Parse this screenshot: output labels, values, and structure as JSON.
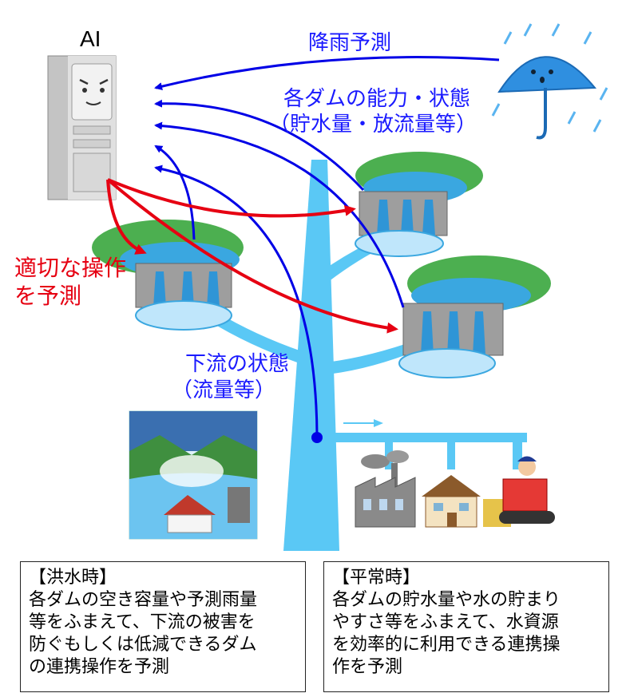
{
  "ai_label": "AI",
  "labels": {
    "rain_forecast": "降雨予測",
    "dam_status_line1": "各ダムの能力・状態",
    "dam_status_line2": "（貯水量・放流量等）",
    "operation_line1": "適切な操作",
    "operation_line2": "を予測",
    "downstream_line1": "下流の状態",
    "downstream_line2": "（流量等）"
  },
  "boxes": [
    {
      "heading": "【洪水時】",
      "lines": [
        "各ダムの空き容量や予測雨量",
        "等をふまえて、下流の被害を",
        "防ぐもしくは低減できるダム",
        "の連携操作を予測"
      ]
    },
    {
      "heading": "【平常時】",
      "lines": [
        "各ダムの貯水量や水の貯まり",
        "やすさ等をふまえて、水資源",
        "を効率的に利用できる連携操",
        "作を予測"
      ]
    }
  ],
  "colors": {
    "input_arrow": "#0000e6",
    "output_arrow": "#e60012",
    "river": "#5ac8f5",
    "dam_water": "#3aa7e0",
    "greenery": "#4caf50",
    "server": "#bdbdbd",
    "umbrella": "#2f8fe0"
  },
  "icons": [
    "ai-server-icon",
    "umbrella-rain-icon",
    "dam-icon",
    "flood-scene-icon",
    "factory-icon",
    "house-icon",
    "farmer-icon"
  ]
}
